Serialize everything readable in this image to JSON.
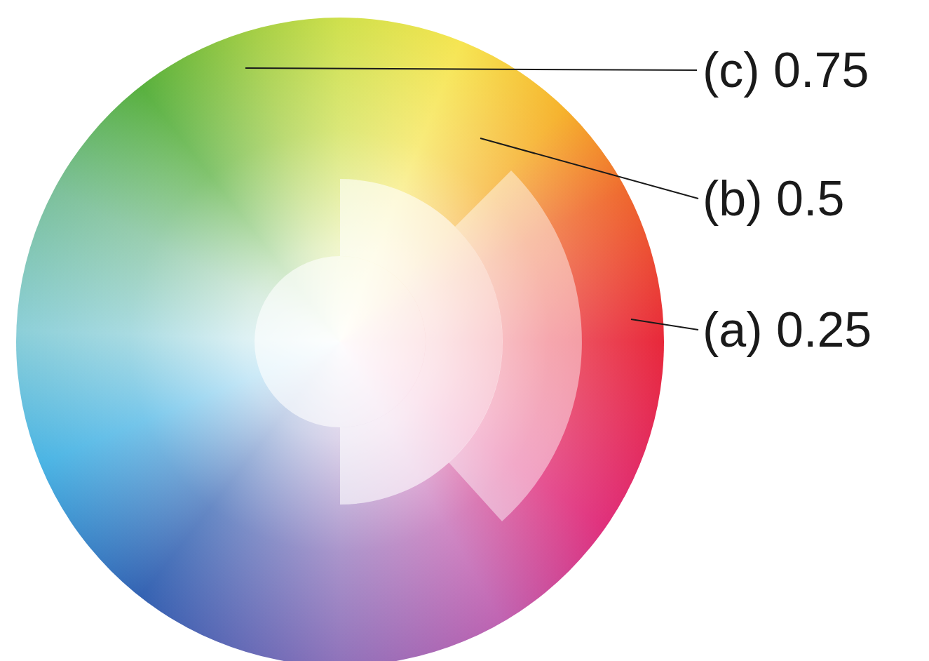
{
  "diagram": {
    "labels": [
      "(c) 0.75",
      "(b) 0.5",
      "(a) 0.25"
    ]
  }
}
